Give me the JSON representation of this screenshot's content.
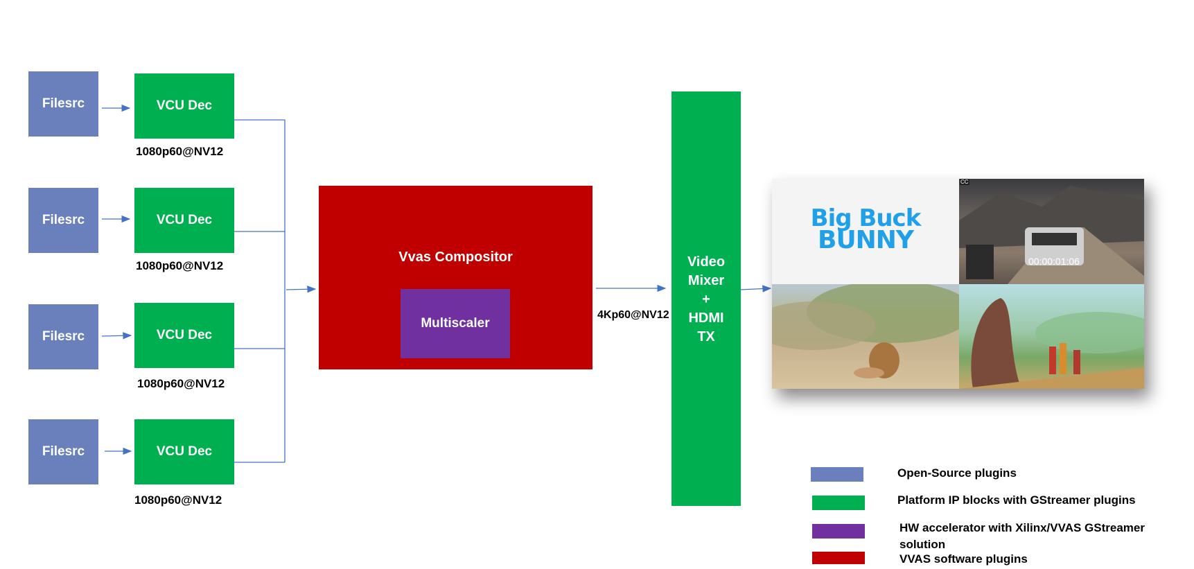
{
  "sources": [
    {
      "filesrc_label": "Filesrc",
      "decoder_label": "VCU Dec",
      "format": "1080p60@NV12"
    },
    {
      "filesrc_label": "Filesrc",
      "decoder_label": "VCU Dec",
      "format": "1080p60@NV12"
    },
    {
      "filesrc_label": "Filesrc",
      "decoder_label": "VCU Dec",
      "format": "1080p60@NV12"
    },
    {
      "filesrc_label": "Filesrc",
      "decoder_label": "VCU Dec",
      "format": "1080p60@NV12"
    }
  ],
  "compositor": {
    "label": "Vvas Compositor",
    "inner_label": "Multiscaler"
  },
  "output_format": "4Kp60@NV12",
  "mixer": {
    "line1": "Video",
    "line2": "Mixer",
    "line3": "+",
    "line4": "HDMI",
    "line5": "TX"
  },
  "preview": {
    "title_line1": "Big Buck",
    "title_line2": "BUNNY",
    "timestamp": "00:00:01:06",
    "corner_badge": "CC"
  },
  "legend": [
    {
      "label": "Open-Source plugins",
      "color": "#6a80bd"
    },
    {
      "label": "Platform IP blocks with GStreamer plugins",
      "color": "#00b050"
    },
    {
      "label": "HW accelerator with Xilinx/VVAS GStreamer solution",
      "color": "#7030a0"
    },
    {
      "label": "VVAS software plugins",
      "color": "#c00000"
    }
  ],
  "colors": {
    "open_source": "#6a80bd",
    "platform_ip": "#00b050",
    "hw_accel": "#7030a0",
    "software": "#c00000",
    "connector": "#4472c4"
  }
}
